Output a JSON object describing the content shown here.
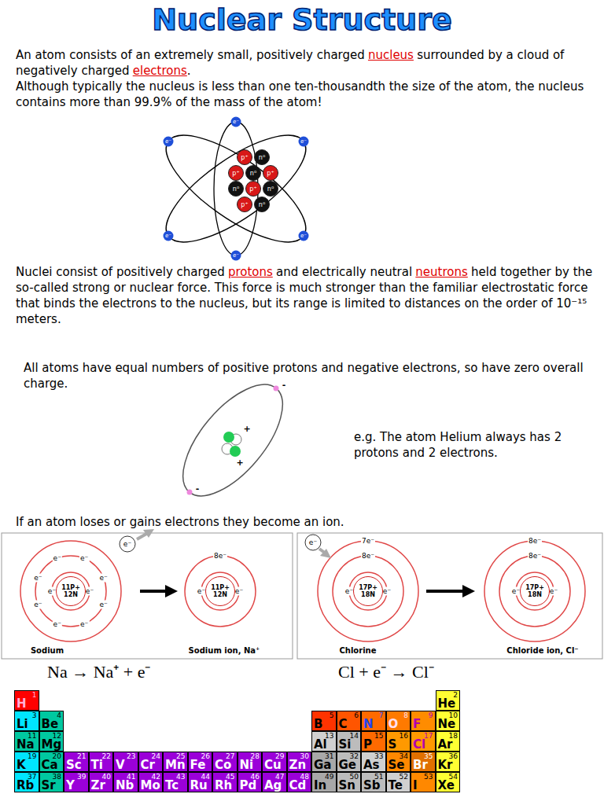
{
  "diagram": {
    "title": "Nuclear Structure",
    "nodes": [
      {
        "text": [
          "11P+ 12N"
        ]
      },
      {
        "text": [
          "11P+ 12N"
        ]
      },
      {
        "text": [
          "17P+ 18N"
        ]
      },
      {
        "text": [
          "17P+ 18N"
        ]
      },
      {
        "text": [
          "1",
          "H"
        ]
      },
      {
        "text": [
          "2",
          "He"
        ]
      },
      {
        "text": [
          "3",
          "Li"
        ]
      },
      {
        "text": [
          "4",
          "Be"
        ]
      },
      {
        "text": [
          "5",
          "B"
        ]
      },
      {
        "text": [
          "6",
          "C"
        ]
      },
      {
        "text": [
          "7",
          "N"
        ]
      },
      {
        "text": [
          "8",
          "O"
        ]
      },
      {
        "text": [
          "9",
          "F"
        ]
      },
      {
        "text": [
          "10",
          "Ne"
        ]
      },
      {
        "text": [
          "11",
          "Na"
        ]
      },
      {
        "text": [
          "12",
          "Mg"
        ]
      },
      {
        "text": [
          "13",
          "Al"
        ]
      },
      {
        "text": [
          "14",
          "Si"
        ]
      },
      {
        "text": [
          "15",
          "P"
        ]
      },
      {
        "text": [
          "16",
          "S"
        ]
      },
      {
        "text": [
          "17",
          "Cl"
        ]
      },
      {
        "text": [
          "18",
          "Ar"
        ]
      },
      {
        "text": [
          "19",
          "K"
        ]
      },
      {
        "text": [
          "20",
          "Ca"
        ]
      },
      {
        "text": [
          "21",
          "Sc"
        ]
      },
      {
        "text": [
          "22",
          "Ti"
        ]
      },
      {
        "text": [
          "23",
          "V"
        ]
      },
      {
        "text": [
          "24",
          "Cr"
        ]
      },
      {
        "text": [
          "25",
          "Mn"
        ]
      },
      {
        "text": [
          "26",
          "Fe"
        ]
      },
      {
        "text": [
          "27",
          "Co"
        ]
      },
      {
        "text": [
          "28",
          "Ni"
        ]
      },
      {
        "text": [
          "29",
          "Cu"
        ]
      },
      {
        "text": [
          "30",
          "Zn"
        ]
      },
      {
        "text": [
          "31",
          "Ga"
        ]
      },
      {
        "text": [
          "32",
          "Ge"
        ]
      },
      {
        "text": [
          "33",
          "As"
        ]
      },
      {
        "text": [
          "34",
          "Se"
        ]
      },
      {
        "text": [
          "35",
          "Br"
        ]
      },
      {
        "text": [
          "36",
          "Kr"
        ]
      },
      {
        "text": [
          "37",
          "Rb"
        ]
      },
      {
        "text": [
          "38",
          "Sr"
        ]
      },
      {
        "text": [
          "39",
          "Y"
        ]
      },
      {
        "text": [
          "40",
          "Zr"
        ]
      },
      {
        "text": [
          "41",
          "Nb"
        ]
      },
      {
        "text": [
          "42",
          "Mo"
        ]
      },
      {
        "text": [
          "43",
          "Tc"
        ]
      },
      {
        "text": [
          "44",
          "Ru"
        ]
      },
      {
        "text": [
          "45",
          "Rh"
        ]
      },
      {
        "text": [
          "46",
          "Pd"
        ]
      },
      {
        "text": [
          "47",
          "Ag"
        ]
      },
      {
        "text": [
          "48",
          "Cd"
        ]
      },
      {
        "text": [
          "49",
          "In"
        ]
      },
      {
        "text": [
          "50",
          "Sn"
        ]
      },
      {
        "text": [
          "51",
          "Sb"
        ]
      },
      {
        "text": [
          "52",
          "Te"
        ]
      },
      {
        "text": [
          "53",
          "I"
        ]
      },
      {
        "text": [
          "54",
          "Xe"
        ]
      }
    ],
    "labels": [
      "An atom consists of an extremely small, positively charged",
      "nucleus",
      "surrounded by a cloud of negatively charged",
      "electrons",
      ".",
      "Although typically the nucleus is less than one ten-thousandth the size of the atom, the nucleus contains more than 99.9% of the mass of the atom!",
      "Nuclei consist of positively charged",
      "protons",
      "and electrically neutral",
      "neutrons",
      "held together by the so-called strong or nuclear force. This force is much stronger than the familiar electrostatic force that binds the electrons to the nucleus, but its range is limited to distances on the order of 10⁻¹⁵ meters.",
      "All atoms have equal numbers of positive protons and negative electrons, so have zero overall charge.",
      "e.g. The atom Helium always has 2 protons and 2 electrons.",
      "If an atom loses or gains electrons they become an ion.",
      "Na → Na⁺ + e⁻",
      "Cl + e⁻ → Cl⁻",
      "Sodium",
      "Sodium ion, Na⁺",
      "Chlorine",
      "Chloride ion, Cl⁻",
      "8e⁻",
      "7e⁻",
      "8e⁻",
      "8e⁻",
      "8e⁻",
      "e⁻",
      "e⁻",
      "e⁻",
      "e⁻",
      "e⁻",
      "e⁻",
      "e⁻",
      "e⁻",
      "e⁻",
      "e⁻",
      "e⁻",
      "e⁻",
      "e⁻",
      "e⁻",
      "e⁻",
      "e⁻",
      "e⁻",
      "e⁻",
      "e⁻",
      "e⁻",
      "e⁻",
      "e⁻",
      "e⁻",
      "e⁻",
      "p⁺",
      "n⁰",
      "p⁺",
      "n⁰",
      "p⁺",
      "n⁰",
      "p⁺",
      "n⁰",
      "p⁺",
      "n⁰",
      "+",
      "+",
      "-",
      "-"
    ]
  }
}
